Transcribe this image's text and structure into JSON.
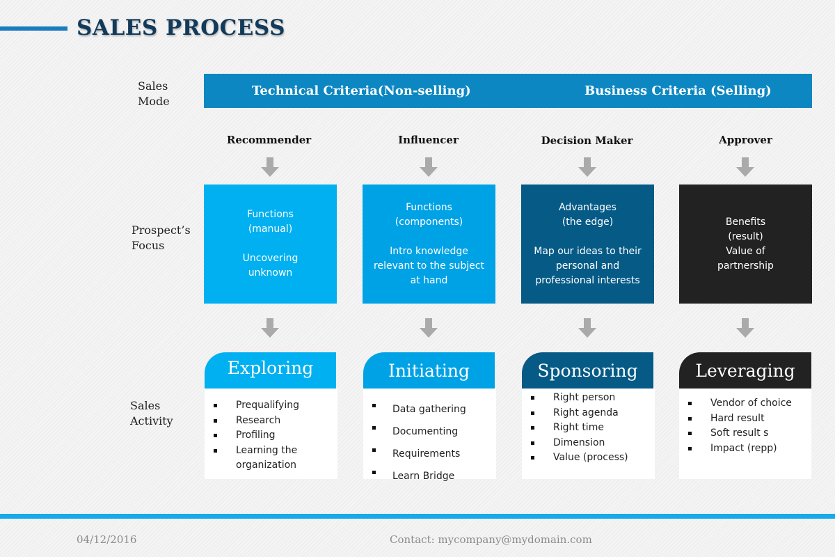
{
  "title": "SALES PROCESS",
  "row_labels": {
    "sales_mode": [
      "Sales",
      "Mode"
    ],
    "prospect_focus": [
      "Prospect’s",
      "Focus"
    ],
    "sales_activity": [
      "Sales",
      "Activity"
    ]
  },
  "sales_modes": [
    "Technical Criteria(Non-selling)",
    "Business Criteria (Selling)"
  ],
  "columns": [
    {
      "role": "Recommender",
      "color": "#00b0f0",
      "focus": [
        "Functions",
        "(manual)",
        "",
        "Uncovering",
        "unknown"
      ],
      "activity": "Exploring",
      "activity_color": "#00b0f0",
      "bullets": [
        "Prequalifying",
        "Research",
        "Profiling",
        "Learning the organization"
      ]
    },
    {
      "role": "Influencer",
      "color": "#00a2e6",
      "focus": [
        "Functions",
        "(components)",
        "",
        "Intro knowledge",
        "relevant to the subject",
        "at hand"
      ],
      "activity": "Initiating",
      "activity_color": "#00a2e6",
      "bullets": [
        "Data gathering",
        "Documenting",
        "Requirements",
        "Learn Bridge"
      ]
    },
    {
      "role": "Decision Maker",
      "color": "#055a86",
      "focus": [
        "Advantages",
        "(the edge)",
        "",
        "Map our ideas to their",
        "personal and",
        "professional interests"
      ],
      "activity": "Sponsoring",
      "activity_color": "#055a86",
      "bullets": [
        "Right person",
        "Right agenda",
        "Right time",
        "Dimension",
        "Value (process)"
      ]
    },
    {
      "role": "Approver",
      "color": "#222222",
      "focus": [
        "Benefits",
        "(result)",
        "Value of",
        "partnership"
      ],
      "activity": "Leveraging",
      "activity_color": "#222222",
      "bullets": [
        "Vendor of choice",
        "Hard result",
        "Soft result s",
        "Impact (repp)"
      ]
    }
  ],
  "footer": {
    "date": "04/12/2016",
    "contact": "Contact: mycompany@mydomain.com"
  }
}
